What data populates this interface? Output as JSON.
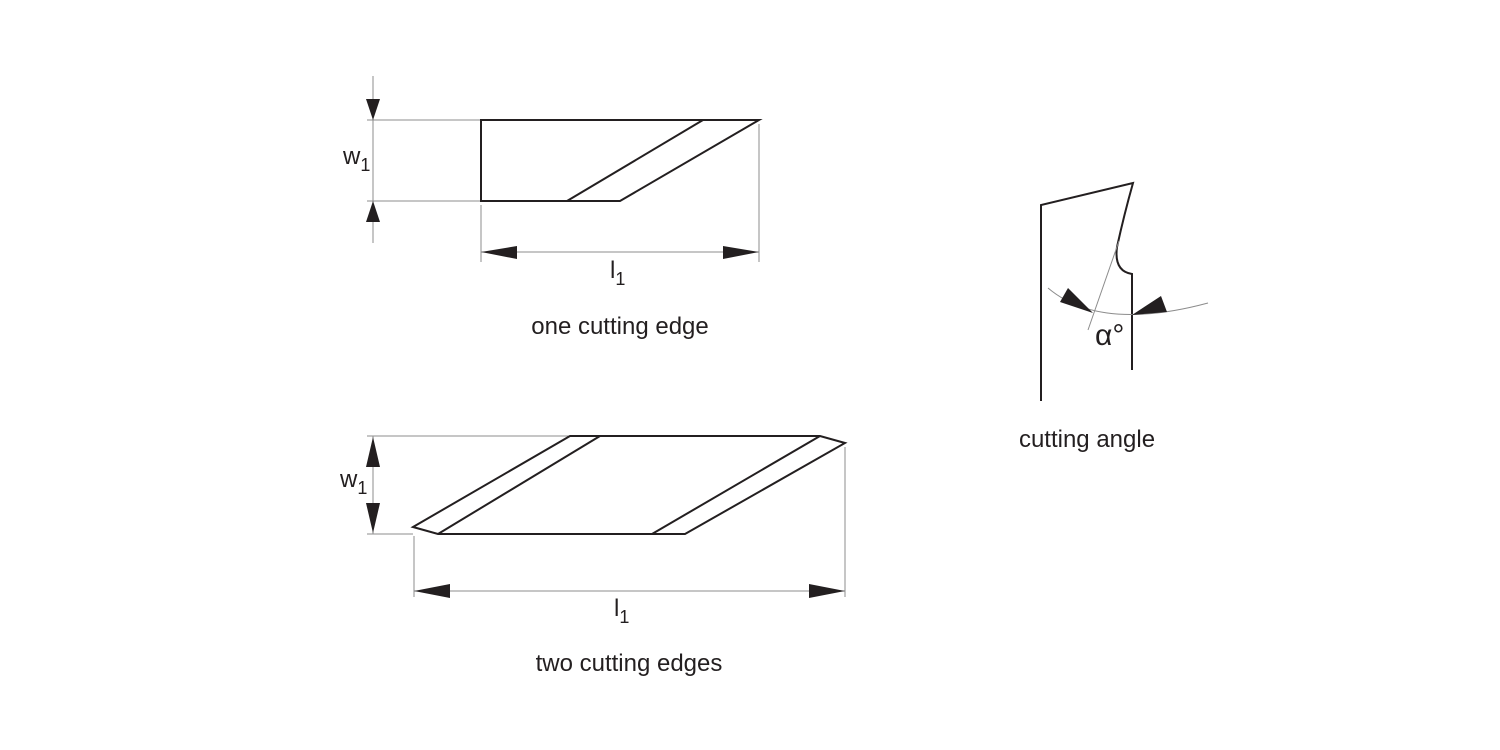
{
  "page": {
    "background_color": "#ffffff",
    "line_color": "#231f20",
    "dimension_line_color": "#8c8c8c",
    "text_color": "#231f20"
  },
  "diagrams": {
    "one_cutting_edge": {
      "caption": "one cutting edge",
      "width_label": {
        "base": "w",
        "sub": "1"
      },
      "length_label": {
        "base": "l",
        "sub": "1"
      }
    },
    "two_cutting_edges": {
      "caption": "two cutting edges",
      "width_label": {
        "base": "w",
        "sub": "1"
      },
      "length_label": {
        "base": "l",
        "sub": "1"
      }
    },
    "cutting_angle": {
      "caption": "cutting angle",
      "angle_label": "α°"
    }
  }
}
